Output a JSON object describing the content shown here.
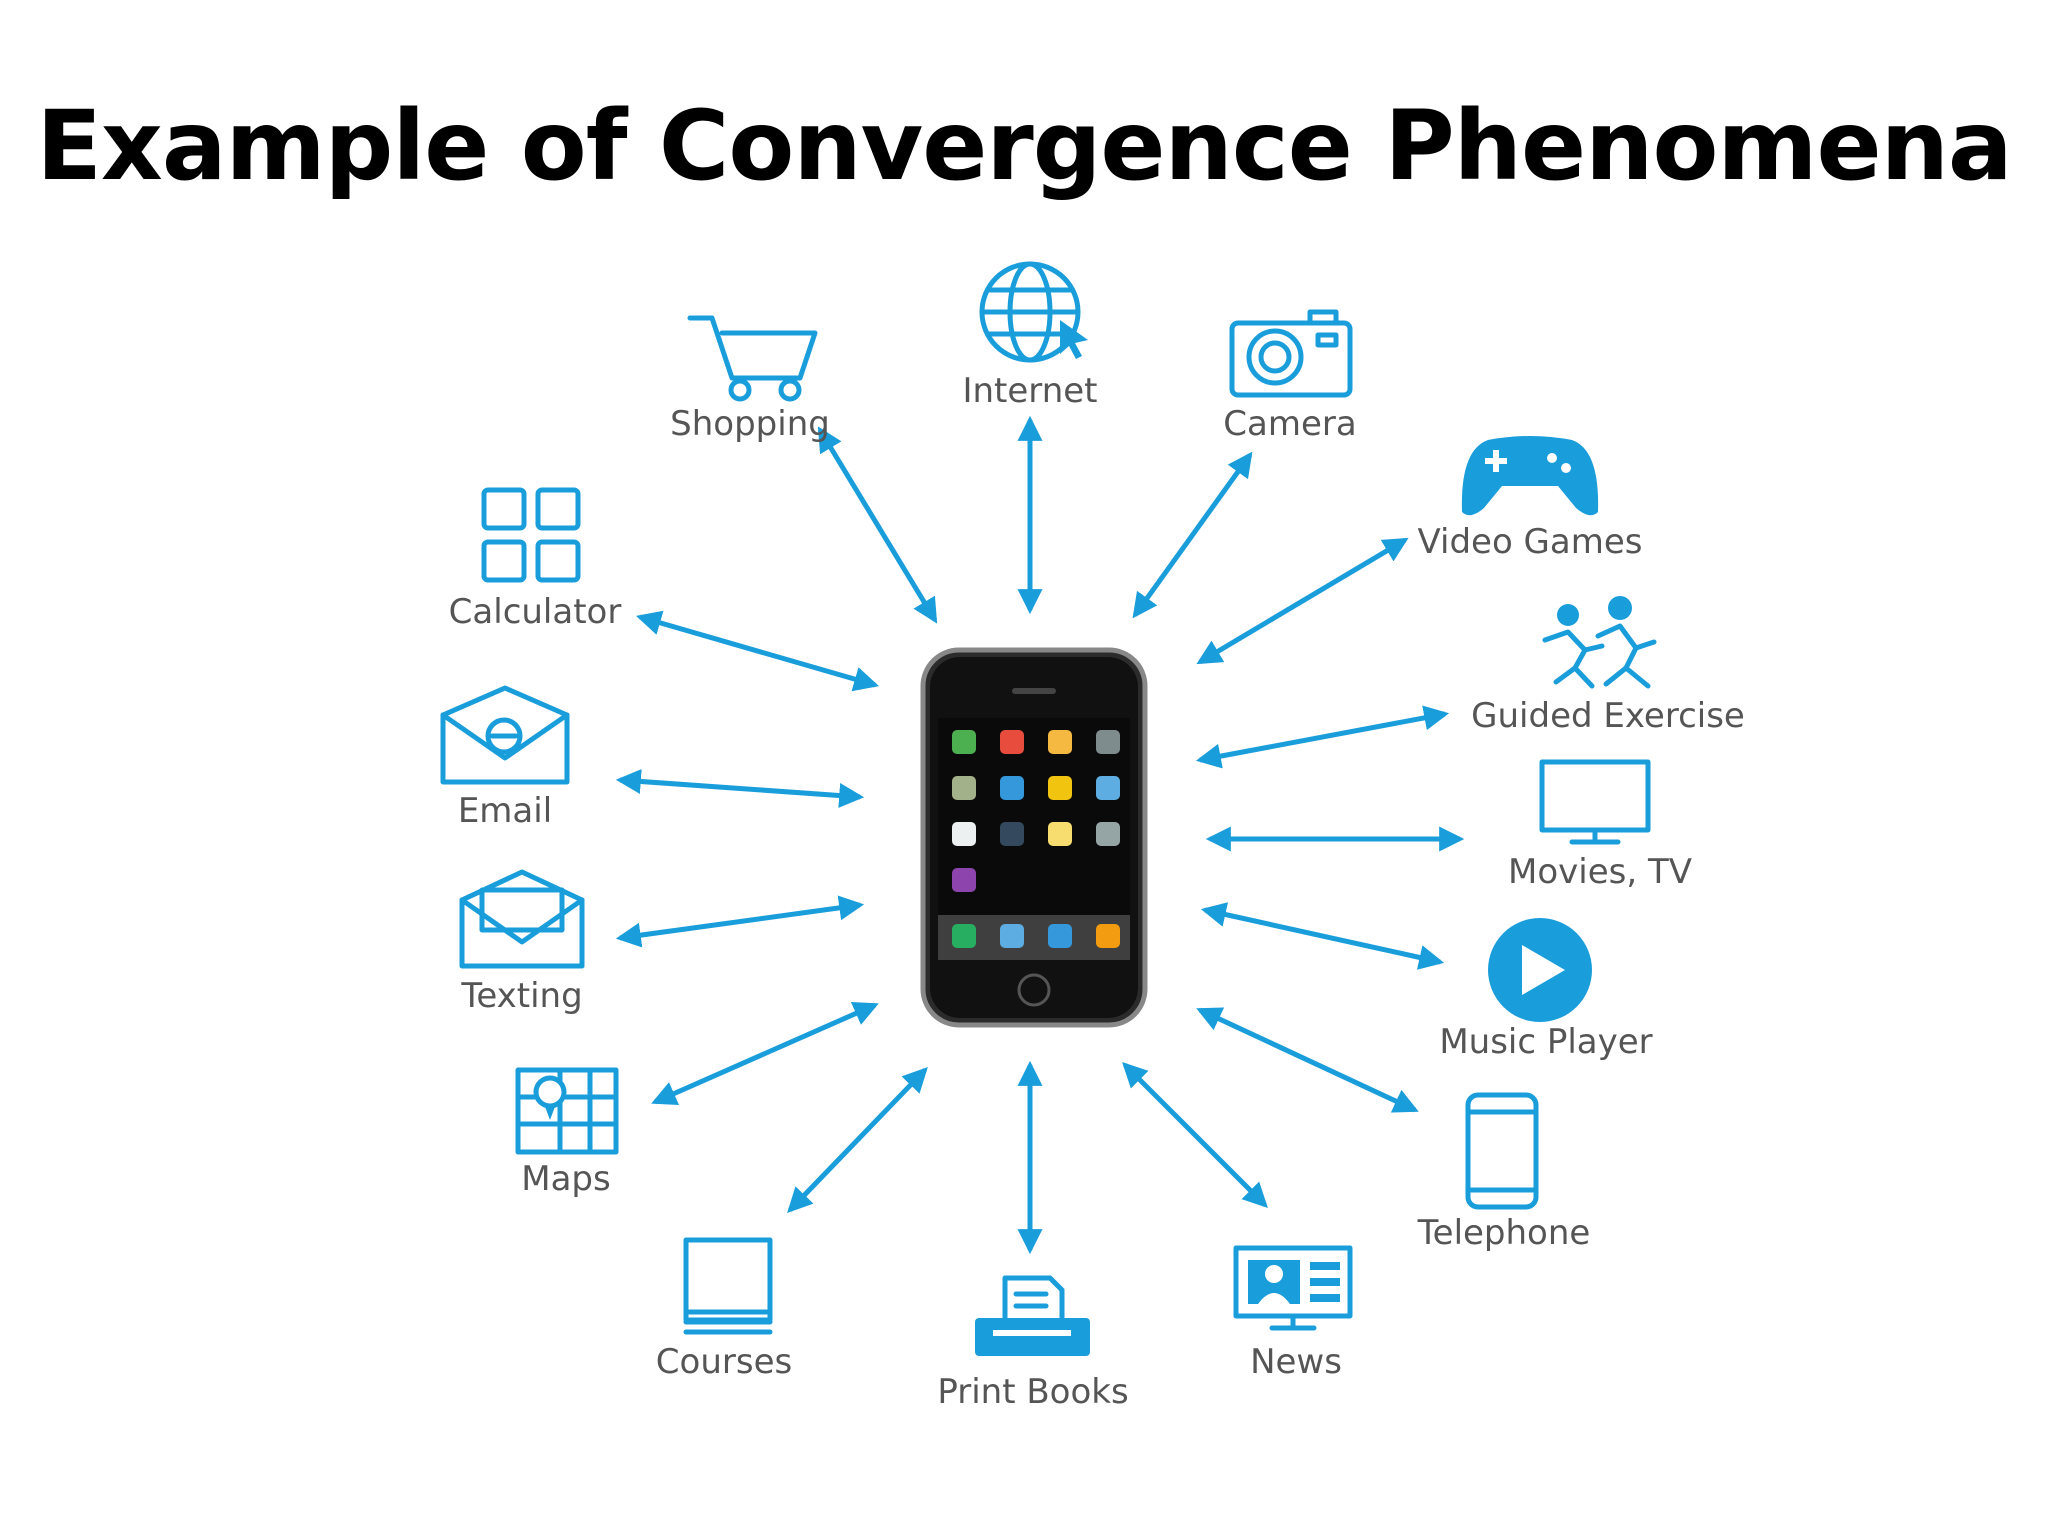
{
  "title": "Example of Convergence Phenomena",
  "accent_color": "#1a9ddb",
  "center": {
    "icon": "smartphone-icon"
  },
  "nodes": [
    {
      "label": "Shopping",
      "icon": "shopping-cart-icon"
    },
    {
      "label": "Internet",
      "icon": "globe-icon"
    },
    {
      "label": "Camera",
      "icon": "camera-icon"
    },
    {
      "label": "Video Games",
      "icon": "gamepad-icon"
    },
    {
      "label": "Guided Exercise",
      "icon": "running-people-icon"
    },
    {
      "label": "Movies, TV",
      "icon": "tv-icon"
    },
    {
      "label": "Music Player",
      "icon": "play-icon"
    },
    {
      "label": "Telephone",
      "icon": "phone-icon"
    },
    {
      "label": "News",
      "icon": "news-icon"
    },
    {
      "label": "Print Books",
      "icon": "printer-icon"
    },
    {
      "label": "Courses",
      "icon": "book-icon"
    },
    {
      "label": "Maps",
      "icon": "map-icon"
    },
    {
      "label": "Texting",
      "icon": "envelope-open-icon"
    },
    {
      "label": "Email",
      "icon": "email-icon"
    },
    {
      "label": "Calculator",
      "icon": "calculator-icon"
    }
  ]
}
